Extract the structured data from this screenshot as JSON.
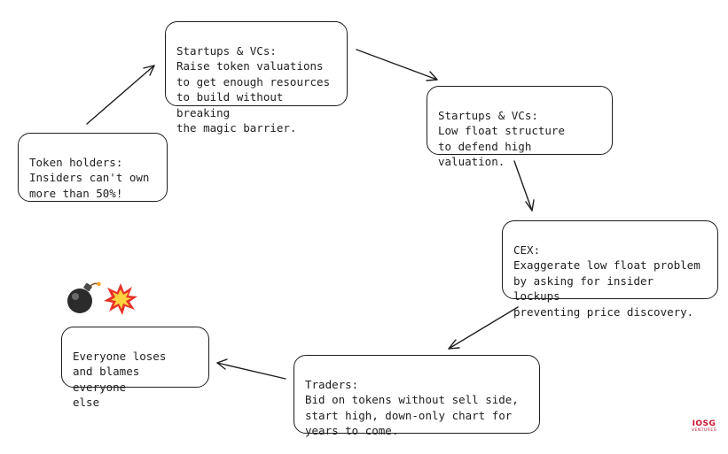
{
  "nodes": {
    "raise_valuations": "Startups & VCs:\nRaise token valuations\nto get enough resources\nto build without breaking\nthe magic barrier.",
    "low_float": "Startups & VCs:\nLow float structure\nto defend high valuation.",
    "cex": "CEX:\nExaggerate low float problem\nby asking for insider lockups\npreventing price discovery.",
    "traders": "Traders:\nBid on tokens without sell side,\nstart high, down-only chart for\nyears to come.",
    "everyone_loses": "Everyone loses\nand blames everyone\nelse",
    "token_holders": "Token holders:\nInsiders can't own\nmore than 50%!"
  },
  "icons": [
    "bomb-icon",
    "explosion-icon"
  ],
  "watermark": {
    "main": "IOSG",
    "sub": "VENTURES"
  },
  "colors": {
    "stroke": "#1e1e1e",
    "watermark": "#c8102e"
  }
}
